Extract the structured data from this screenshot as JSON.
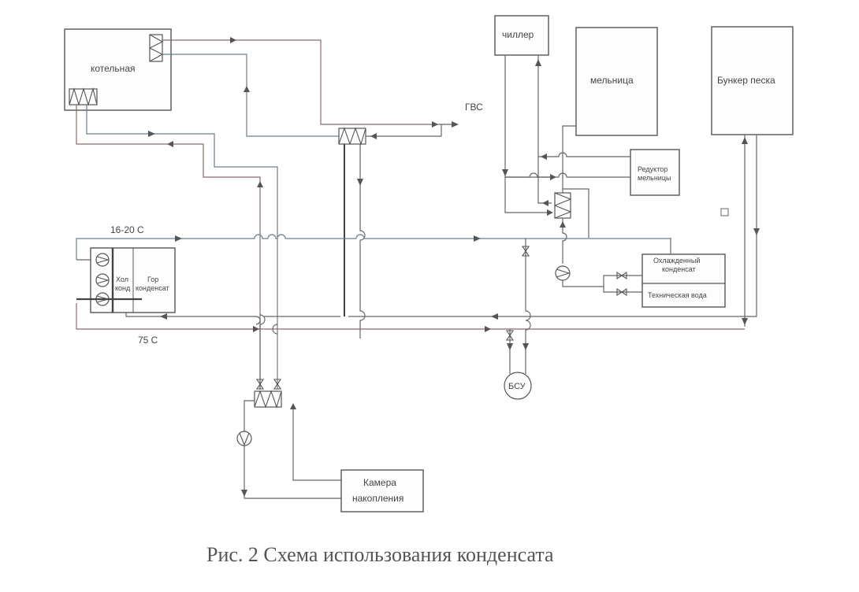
{
  "figure": {
    "caption": "Рис. 2 Схема использования конденсата"
  },
  "units": {
    "boiler_room": "котельная",
    "chiller": "чиллер",
    "mill": "мельница",
    "sand_bunker": "Бункер песка",
    "mill_gearbox_line1": "Редуктор",
    "mill_gearbox_line2": "мельницы",
    "cooled_condensate_line1": "Охлажденный",
    "cooled_condensate_line2": "конденсат",
    "technical_water": "Техническая вода",
    "cold_cond_line1": "Хол",
    "cold_cond_line2": "конд",
    "hot_cond_line1": "Гор",
    "hot_cond_line2": "конденсат",
    "accumulation_chamber_line1": "Камера",
    "accumulation_chamber_line2": "накопления",
    "bsu": "БСУ"
  },
  "labels": {
    "hot_water_supply": "ГВС",
    "temp_cold": "16-20 С",
    "temp_hot": "75 С"
  },
  "icons": {
    "heat_exchanger": "heat-exchanger-icon",
    "pump": "pump-icon",
    "valve": "valve-icon",
    "flow_arrow": "arrow-icon"
  }
}
